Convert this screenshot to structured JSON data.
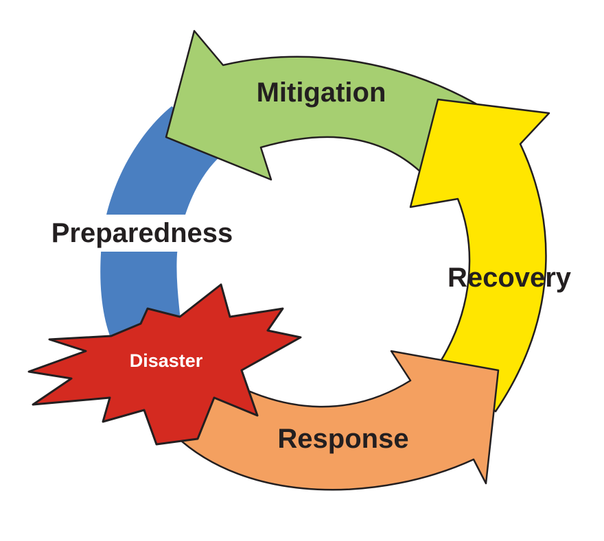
{
  "diagram": {
    "stages": [
      {
        "id": "mitigation",
        "label": "Mitigation",
        "color": "#a6cf71"
      },
      {
        "id": "recovery",
        "label": "Recovery",
        "color": "#ffe600"
      },
      {
        "id": "response",
        "label": "Response",
        "color": "#f4a060"
      },
      {
        "id": "preparedness",
        "label": "Preparedness",
        "color": "#4a7fc1"
      }
    ],
    "event": {
      "label": "Disaster",
      "color": "#d42a20"
    },
    "outline_color": "#231f20",
    "label_color": "#231f20"
  }
}
